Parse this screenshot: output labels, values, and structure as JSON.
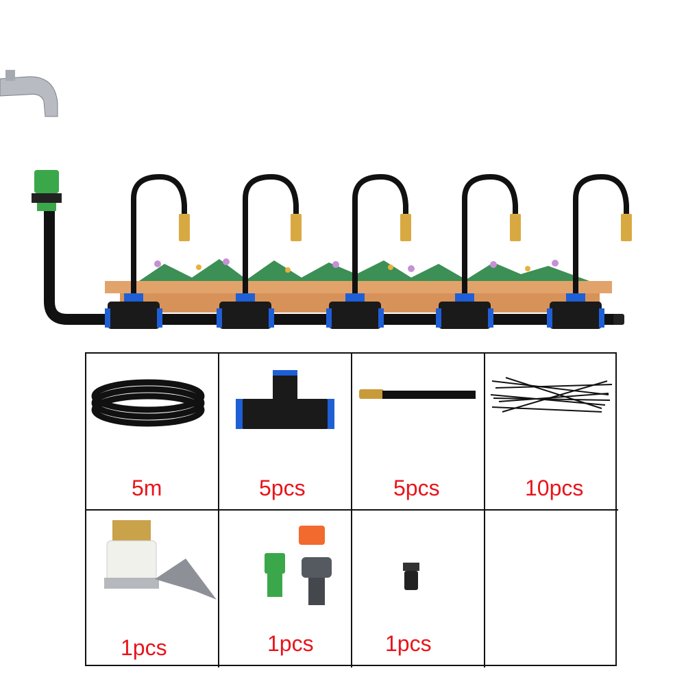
{
  "kit_items": [
    {
      "name": "hose",
      "quantity": "5m"
    },
    {
      "name": "tee-connector",
      "quantity": "5pcs"
    },
    {
      "name": "nozzle-hose",
      "quantity": "5pcs"
    },
    {
      "name": "cable-ties",
      "quantity": "10pcs"
    },
    {
      "name": "faucet-adapter",
      "quantity": "1pcs"
    },
    {
      "name": "quick-connector-set",
      "quantity": "1pcs"
    },
    {
      "name": "end-plug",
      "quantity": "1pcs"
    }
  ],
  "colors": {
    "label": "#e8141b",
    "connector_green": "#3aa84a",
    "tee_blue": "#1f5fd6"
  }
}
